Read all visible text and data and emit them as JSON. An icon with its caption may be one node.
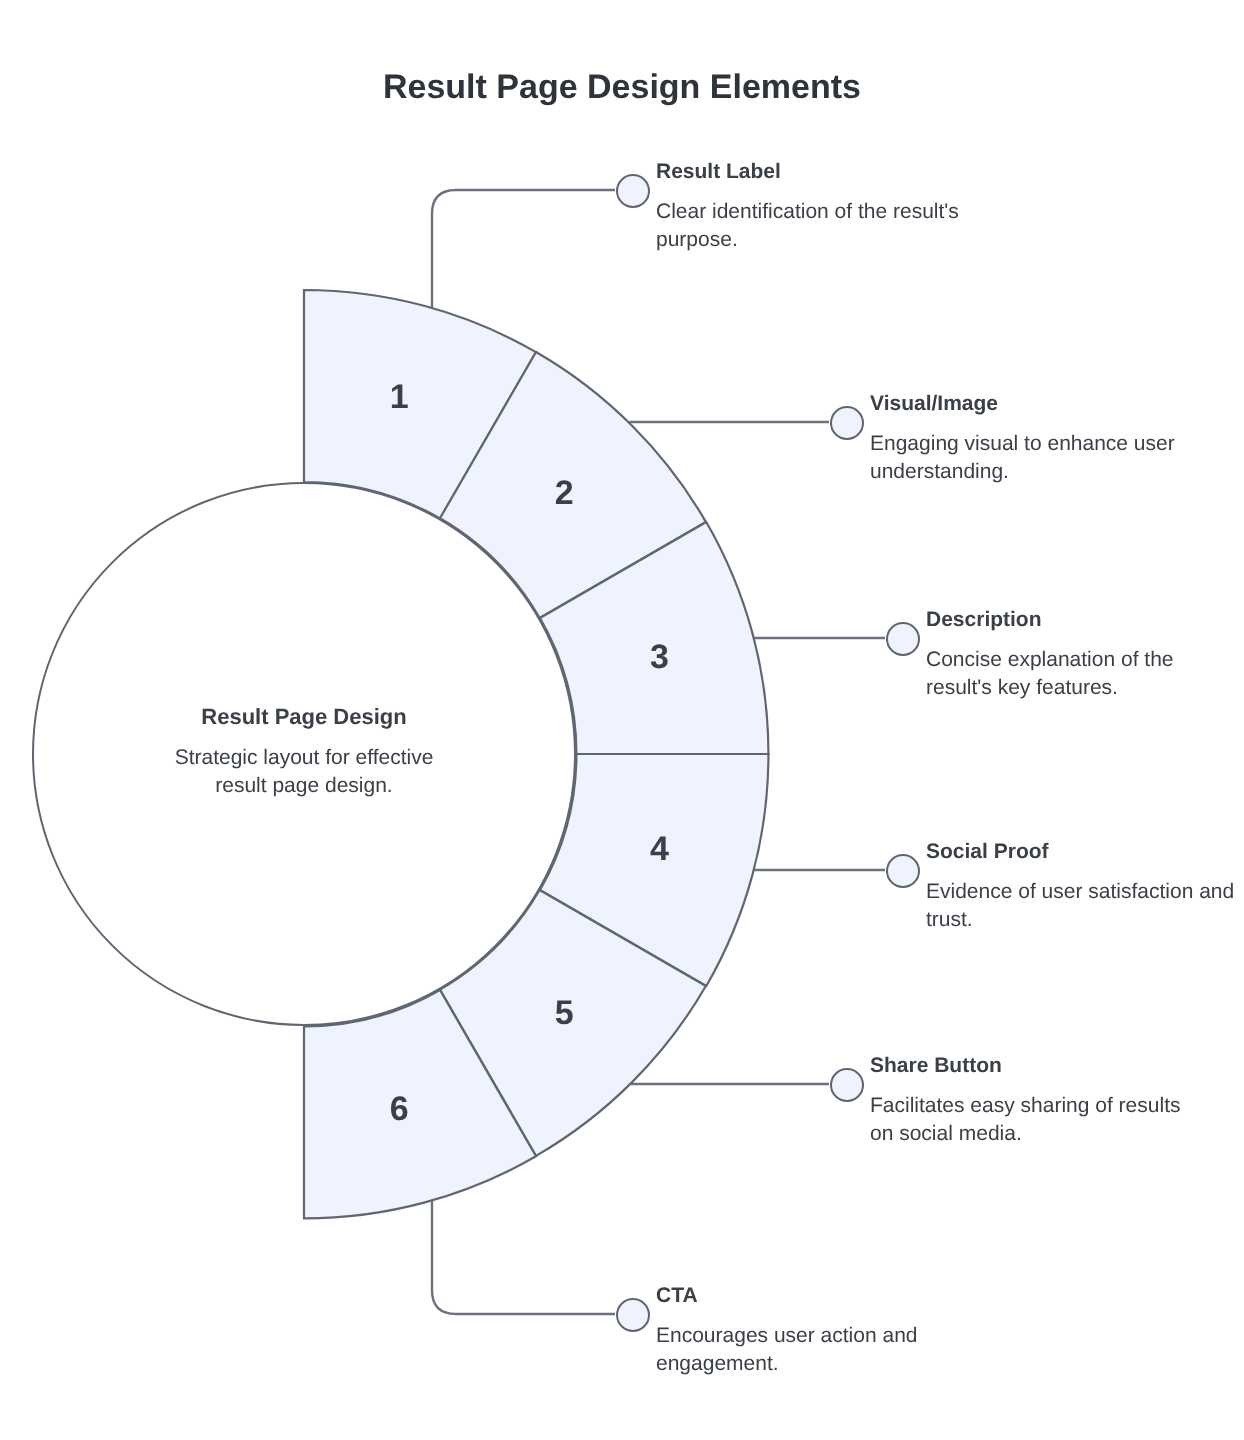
{
  "diagram": {
    "title": "Result Page Design Elements",
    "nodes": [
      {
        "text": [
          "Result Page Design",
          "Strategic layout for effective result page design."
        ]
      },
      {
        "text": [
          "1"
        ]
      },
      {
        "text": [
          "2"
        ]
      },
      {
        "text": [
          "3"
        ]
      },
      {
        "text": [
          "4"
        ]
      },
      {
        "text": [
          "5"
        ]
      },
      {
        "text": [
          "6"
        ]
      },
      {
        "text": [],
        "shape": "circle",
        "beside": [
          "Result Label",
          "Clear identification of the result's purpose."
        ]
      },
      {
        "text": [],
        "shape": "circle",
        "beside": [
          "Visual/Image",
          "Engaging visual to enhance user understanding."
        ]
      },
      {
        "text": [],
        "shape": "circle",
        "beside": [
          "Description",
          "Concise explanation of the result's key features."
        ]
      },
      {
        "text": [],
        "shape": "circle",
        "beside": [
          "Social Proof",
          "Evidence of user satisfaction and trust."
        ]
      },
      {
        "text": [],
        "shape": "circle",
        "beside": [
          "Share Button",
          "Facilitates easy sharing of results on social media."
        ]
      },
      {
        "text": [],
        "shape": "circle",
        "beside": [
          "CTA",
          "Encourages user action and engagement."
        ]
      }
    ],
    "edges": [
      {
        "from": 1,
        "to": 7,
        "arrow": "none"
      },
      {
        "from": 2,
        "to": 8,
        "arrow": "none"
      },
      {
        "from": 3,
        "to": 9,
        "arrow": "none"
      },
      {
        "from": 4,
        "to": 10,
        "arrow": "none"
      },
      {
        "from": 5,
        "to": 11,
        "arrow": "none"
      },
      {
        "from": 6,
        "to": 12,
        "arrow": "none"
      }
    ]
  }
}
